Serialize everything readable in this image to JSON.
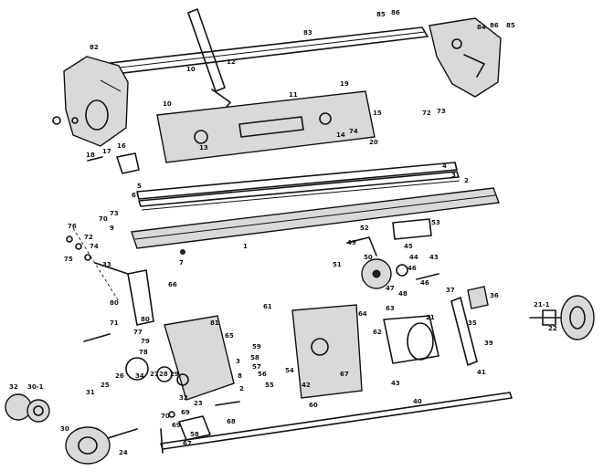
{
  "callouts": [
    "83",
    "82",
    "85",
    "86",
    "84",
    "86",
    "85",
    "12",
    "11",
    "10",
    "10",
    "19",
    "13",
    "14",
    "15",
    "72",
    "73",
    "74",
    "16",
    "17",
    "18",
    "20",
    "4",
    "3",
    "2",
    "5",
    "6",
    "70",
    "73",
    "1",
    "9",
    "7",
    "76",
    "72",
    "74",
    "75",
    "33",
    "52",
    "53",
    "45",
    "49",
    "50",
    "44",
    "46",
    "46",
    "47",
    "48",
    "43",
    "51",
    "66",
    "81",
    "80",
    "71",
    "80",
    "77",
    "79",
    "78",
    "61",
    "65",
    "3",
    "8",
    "2",
    "63",
    "62",
    "64",
    "21",
    "39",
    "37",
    "36",
    "35",
    "41",
    "21-1",
    "22",
    "59",
    "58",
    "57",
    "56",
    "55",
    "54",
    "42",
    "60",
    "67",
    "40",
    "43",
    "25",
    "34",
    "27",
    "28",
    "29",
    "26",
    "31",
    "32",
    "23",
    "68",
    "69",
    "30-1",
    "32",
    "30",
    "24",
    "70",
    "69",
    "67",
    "58"
  ]
}
